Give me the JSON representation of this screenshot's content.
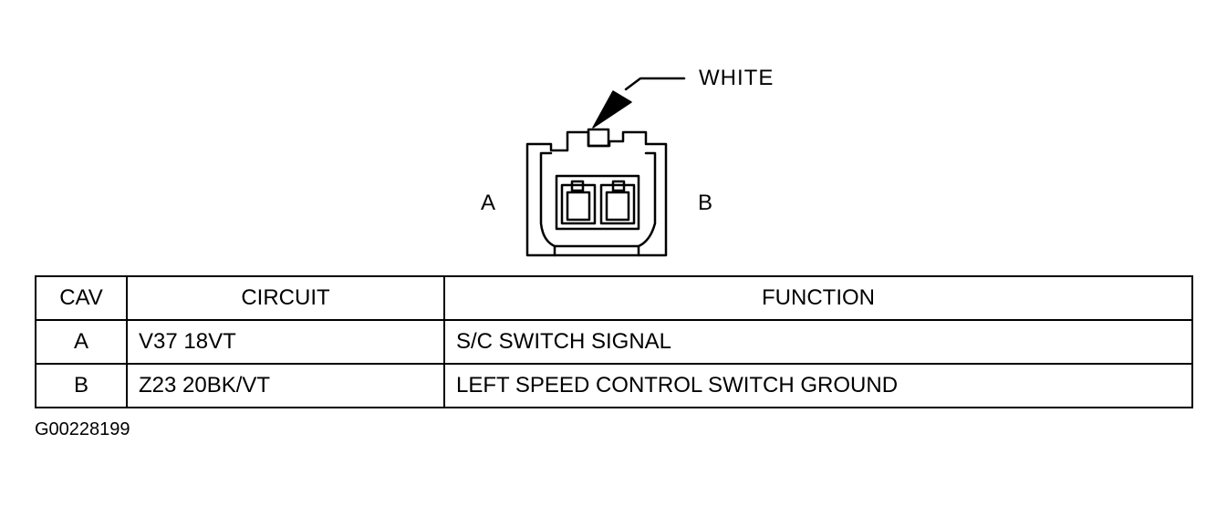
{
  "connector": {
    "color_label": "WHITE",
    "cavity_label_left": "A",
    "cavity_label_right": "B"
  },
  "table": {
    "headers": [
      "CAV",
      "CIRCUIT",
      "FUNCTION"
    ],
    "rows": [
      {
        "cav": "A",
        "circuit": "V37 18VT",
        "function": "S/C SWITCH SIGNAL"
      },
      {
        "cav": "B",
        "circuit": "Z23 20BK/VT",
        "function": "LEFT SPEED CONTROL SWITCH GROUND"
      }
    ]
  },
  "figure_id": "G00228199"
}
